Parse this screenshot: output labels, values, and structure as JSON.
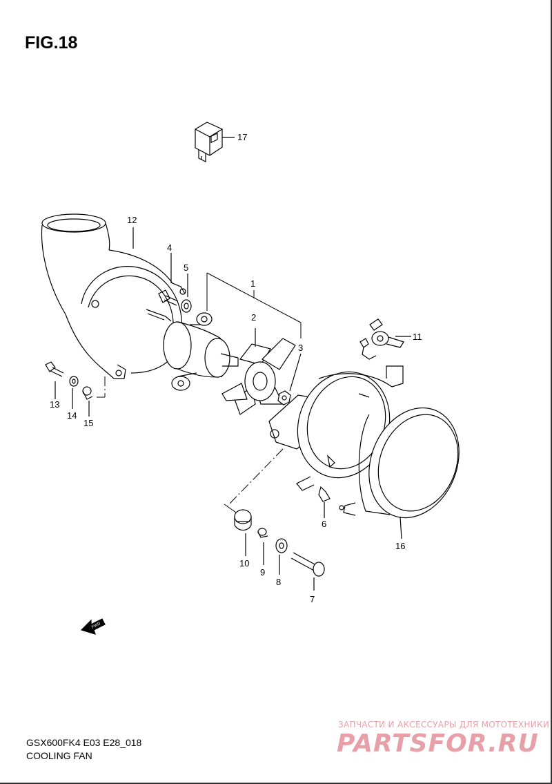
{
  "figure": {
    "title": "FIG.18",
    "model_code": "GSX600FK4 E03 E28_018",
    "name": "COOLING FAN"
  },
  "callouts": [
    {
      "id": "p1",
      "label": "1"
    },
    {
      "id": "p2",
      "label": "2"
    },
    {
      "id": "p3",
      "label": "3"
    },
    {
      "id": "p4",
      "label": "4"
    },
    {
      "id": "p5",
      "label": "5"
    },
    {
      "id": "p6",
      "label": "6"
    },
    {
      "id": "p7",
      "label": "7"
    },
    {
      "id": "p8",
      "label": "8"
    },
    {
      "id": "p9",
      "label": "9"
    },
    {
      "id": "p10",
      "label": "10"
    },
    {
      "id": "p11",
      "label": "11"
    },
    {
      "id": "p12",
      "label": "12"
    },
    {
      "id": "p13",
      "label": "13"
    },
    {
      "id": "p14",
      "label": "14"
    },
    {
      "id": "p15",
      "label": "15"
    },
    {
      "id": "p16",
      "label": "16"
    },
    {
      "id": "p17",
      "label": "17"
    }
  ],
  "fwd_marker": "FWD",
  "watermark": {
    "tagline": "ЗАПЧАСТИ И АКСЕССУАРЫ ДЛЯ МОТОТЕХНИКИ",
    "logo": "PARTSFOR.RU",
    "color": "#e8a0a8"
  }
}
